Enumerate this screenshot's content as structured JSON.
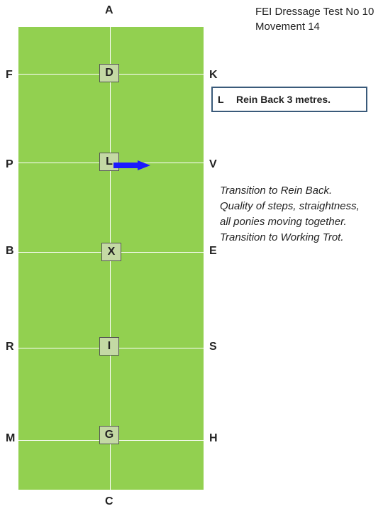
{
  "header": {
    "title_line1": "FEI Dressage Test No 10",
    "title_line2": "Movement 14"
  },
  "arena": {
    "top_letter": "A",
    "bottom_letter": "C",
    "left_letters": [
      "F",
      "P",
      "B",
      "R",
      "M"
    ],
    "right_letters": [
      "K",
      "V",
      "E",
      "S",
      "H"
    ],
    "center_markers": [
      "D",
      "L",
      "X",
      "I",
      "G"
    ],
    "colors": {
      "surface": "#92d050",
      "marker": "#c4d9a4",
      "arrow": "#1a1aff"
    }
  },
  "movement": {
    "code": "L",
    "text": "Rein Back 3 metres."
  },
  "description": [
    "Transition to Rein Back.",
    "Quality of steps, straightness,",
    "all ponies moving together.",
    "Transition to Working Trot."
  ]
}
